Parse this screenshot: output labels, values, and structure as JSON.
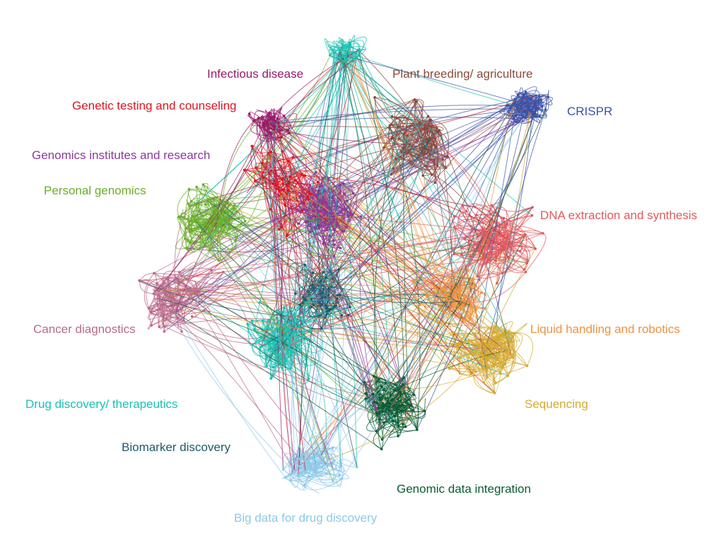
{
  "clusters": [
    {
      "name": "Infectious disease",
      "color": "#9a1a6a"
    },
    {
      "name": "Plant breeding/ agriculture",
      "color": "#8a4a3c"
    },
    {
      "name": "Genetic testing and counseling",
      "color": "#e0141e"
    },
    {
      "name": "CRISPR",
      "color": "#3a52a8"
    },
    {
      "name": "Genomics institutes and research",
      "color": "#8c3a9c"
    },
    {
      "name": "Personal genomics",
      "color": "#6aae2a"
    },
    {
      "name": "DNA extraction and synthesis",
      "color": "#e05a5e"
    },
    {
      "name": "Cancer diagnostics",
      "color": "#b86a88"
    },
    {
      "name": "Liquid handling and robotics",
      "color": "#f0923e"
    },
    {
      "name": "Drug discovery/ therapeutics",
      "color": "#1cc0b4"
    },
    {
      "name": "Sequencing",
      "color": "#d4aa30"
    },
    {
      "name": "Biomarker discovery",
      "color": "#1c5a6c"
    },
    {
      "name": "Genomic data integration",
      "color": "#0a5c32"
    },
    {
      "name": "Big data for drug discovery",
      "color": "#8ec8e8"
    }
  ]
}
